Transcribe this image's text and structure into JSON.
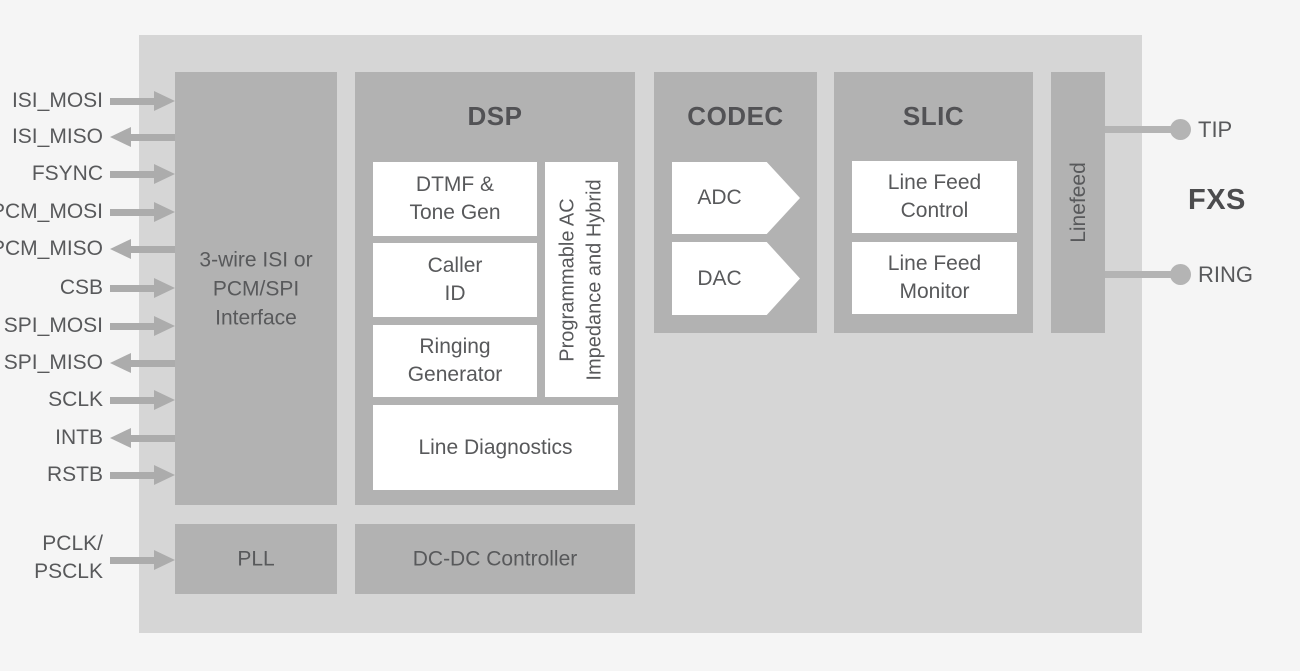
{
  "diagram": {
    "signals": [
      {
        "label": "ISI_MOSI",
        "dir": "in"
      },
      {
        "label": "ISI_MISO",
        "dir": "out"
      },
      {
        "label": "FSYNC",
        "dir": "in"
      },
      {
        "label": "PCM_MOSI",
        "dir": "in"
      },
      {
        "label": "PCM_MISO",
        "dir": "out"
      },
      {
        "label": "CSB",
        "dir": "in"
      },
      {
        "label": "SPI_MOSI",
        "dir": "in"
      },
      {
        "label": "SPI_MISO",
        "dir": "out"
      },
      {
        "label": "SCLK",
        "dir": "in"
      },
      {
        "label": "INTB",
        "dir": "out"
      },
      {
        "label": "RSTB",
        "dir": "in"
      }
    ],
    "clock_signal": {
      "label": "PCLK/\nPSCLK",
      "dir": "in"
    },
    "blocks": {
      "interface": {
        "label": "3-wire ISI or\nPCM/SPI\nInterface"
      },
      "dsp": {
        "title": "DSP",
        "dtmf": "DTMF &\nTone Gen",
        "caller_id": "Caller\nID",
        "ringing": "Ringing\nGenerator",
        "prog_ac": "Programmable AC\nImpedance and Hybrid",
        "line_diag": "Line Diagnostics"
      },
      "codec": {
        "title": "CODEC",
        "adc": "ADC",
        "dac": "DAC"
      },
      "slic": {
        "title": "SLIC",
        "line_feed_control": "Line Feed\nControl",
        "line_feed_monitor": "Line Feed\nMonitor"
      },
      "linefeed": {
        "label": "Linefeed"
      },
      "pll": {
        "label": "PLL"
      },
      "dcdc": {
        "label": "DC-DC Controller"
      }
    },
    "ports": {
      "tip": "TIP",
      "ring": "RING",
      "fxs": "FXS"
    },
    "colors": {
      "page_bg": "#f5f5f5",
      "container_bg": "#d6d6d6",
      "block_bg": "#b2b2b2",
      "box_bg": "#ffffff",
      "arrow": "#acacac",
      "port_line": "#b4b4b4",
      "text": "#58595b",
      "title_text": "#525255"
    }
  }
}
